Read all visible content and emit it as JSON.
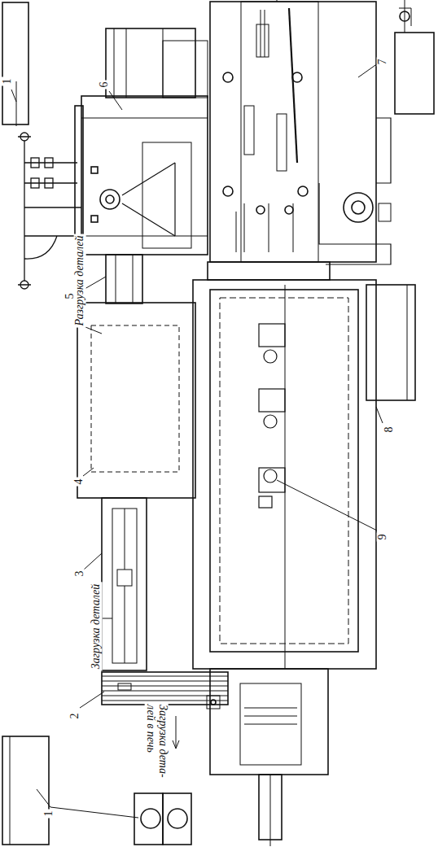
{
  "diagram": {
    "labels": [
      "1",
      "6",
      "7",
      "5",
      "Разгрузка деталей",
      "4",
      "8",
      "9",
      "3",
      "Загрузка деталей",
      "2",
      "Загрузка дета- лей в печь",
      "1"
    ]
  }
}
